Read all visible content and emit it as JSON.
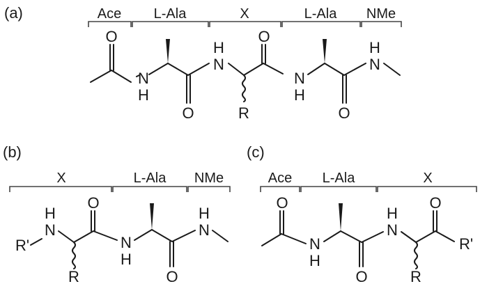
{
  "figure": {
    "panels": [
      {
        "label": "(a)",
        "segments": [
          "Ace",
          "L-Ala",
          "X",
          "L-Ala",
          "NMe"
        ],
        "atoms": {
          "o1": "O",
          "n1": "H",
          "n1b": "N",
          "o2": "O",
          "n2": "H",
          "n2b": "N",
          "r1": "R",
          "o3": "O",
          "n3": "H",
          "n3b": "N",
          "o4": "O",
          "n4": "H",
          "n4b": "N"
        }
      },
      {
        "label": "(b)",
        "segments": [
          "X",
          "L-Ala",
          "NMe"
        ],
        "atoms": {
          "rp": "R'",
          "n1h": "H",
          "n1": "N",
          "o1": "O",
          "r1": "R",
          "n2": "N",
          "n2h": "H",
          "o2": "O",
          "n3h": "H",
          "n3": "N"
        }
      },
      {
        "label": "(c)",
        "segments": [
          "Ace",
          "L-Ala",
          "X"
        ],
        "atoms": {
          "o1": "O",
          "n1": "N",
          "n1h": "H",
          "o2": "O",
          "n2h": "H",
          "n2": "N",
          "r1": "R",
          "o3": "O",
          "rp": "R'"
        }
      }
    ]
  }
}
